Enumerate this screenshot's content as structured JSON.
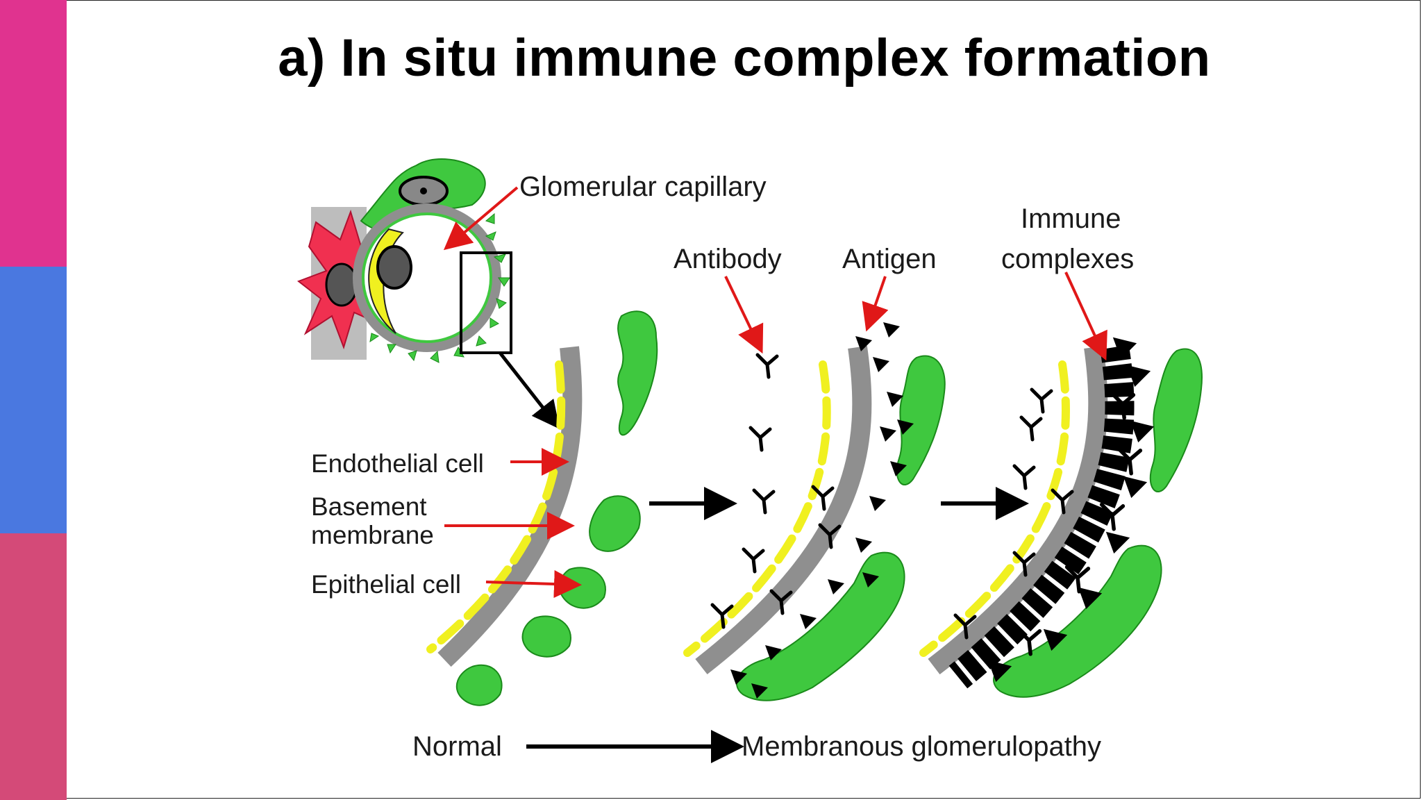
{
  "title": "a) In situ immune complex formation",
  "colors": {
    "accent_top": "#e0338f",
    "accent_mid": "#4a78e0",
    "accent_bot": "#d44a78",
    "cell_green": "#3fc83f",
    "membrane_gray": "#8f8f8f",
    "endothelial_yellow": "#f0f020",
    "arrow_red": "#e01818",
    "mesangial_red": "#f03050"
  },
  "diagram": {
    "labels": {
      "glomerular_capillary": "Glomerular capillary",
      "antibody": "Antibody",
      "antigen": "Antigen",
      "immune_line1": "Immune",
      "immune_line2": "complexes",
      "endothelial_cell": "Endothelial cell",
      "basement_line1": "Basement",
      "basement_line2": "membrane",
      "epithelial_cell": "Epithelial cell",
      "normal": "Normal",
      "membranous": "Membranous glomerulopathy"
    }
  }
}
